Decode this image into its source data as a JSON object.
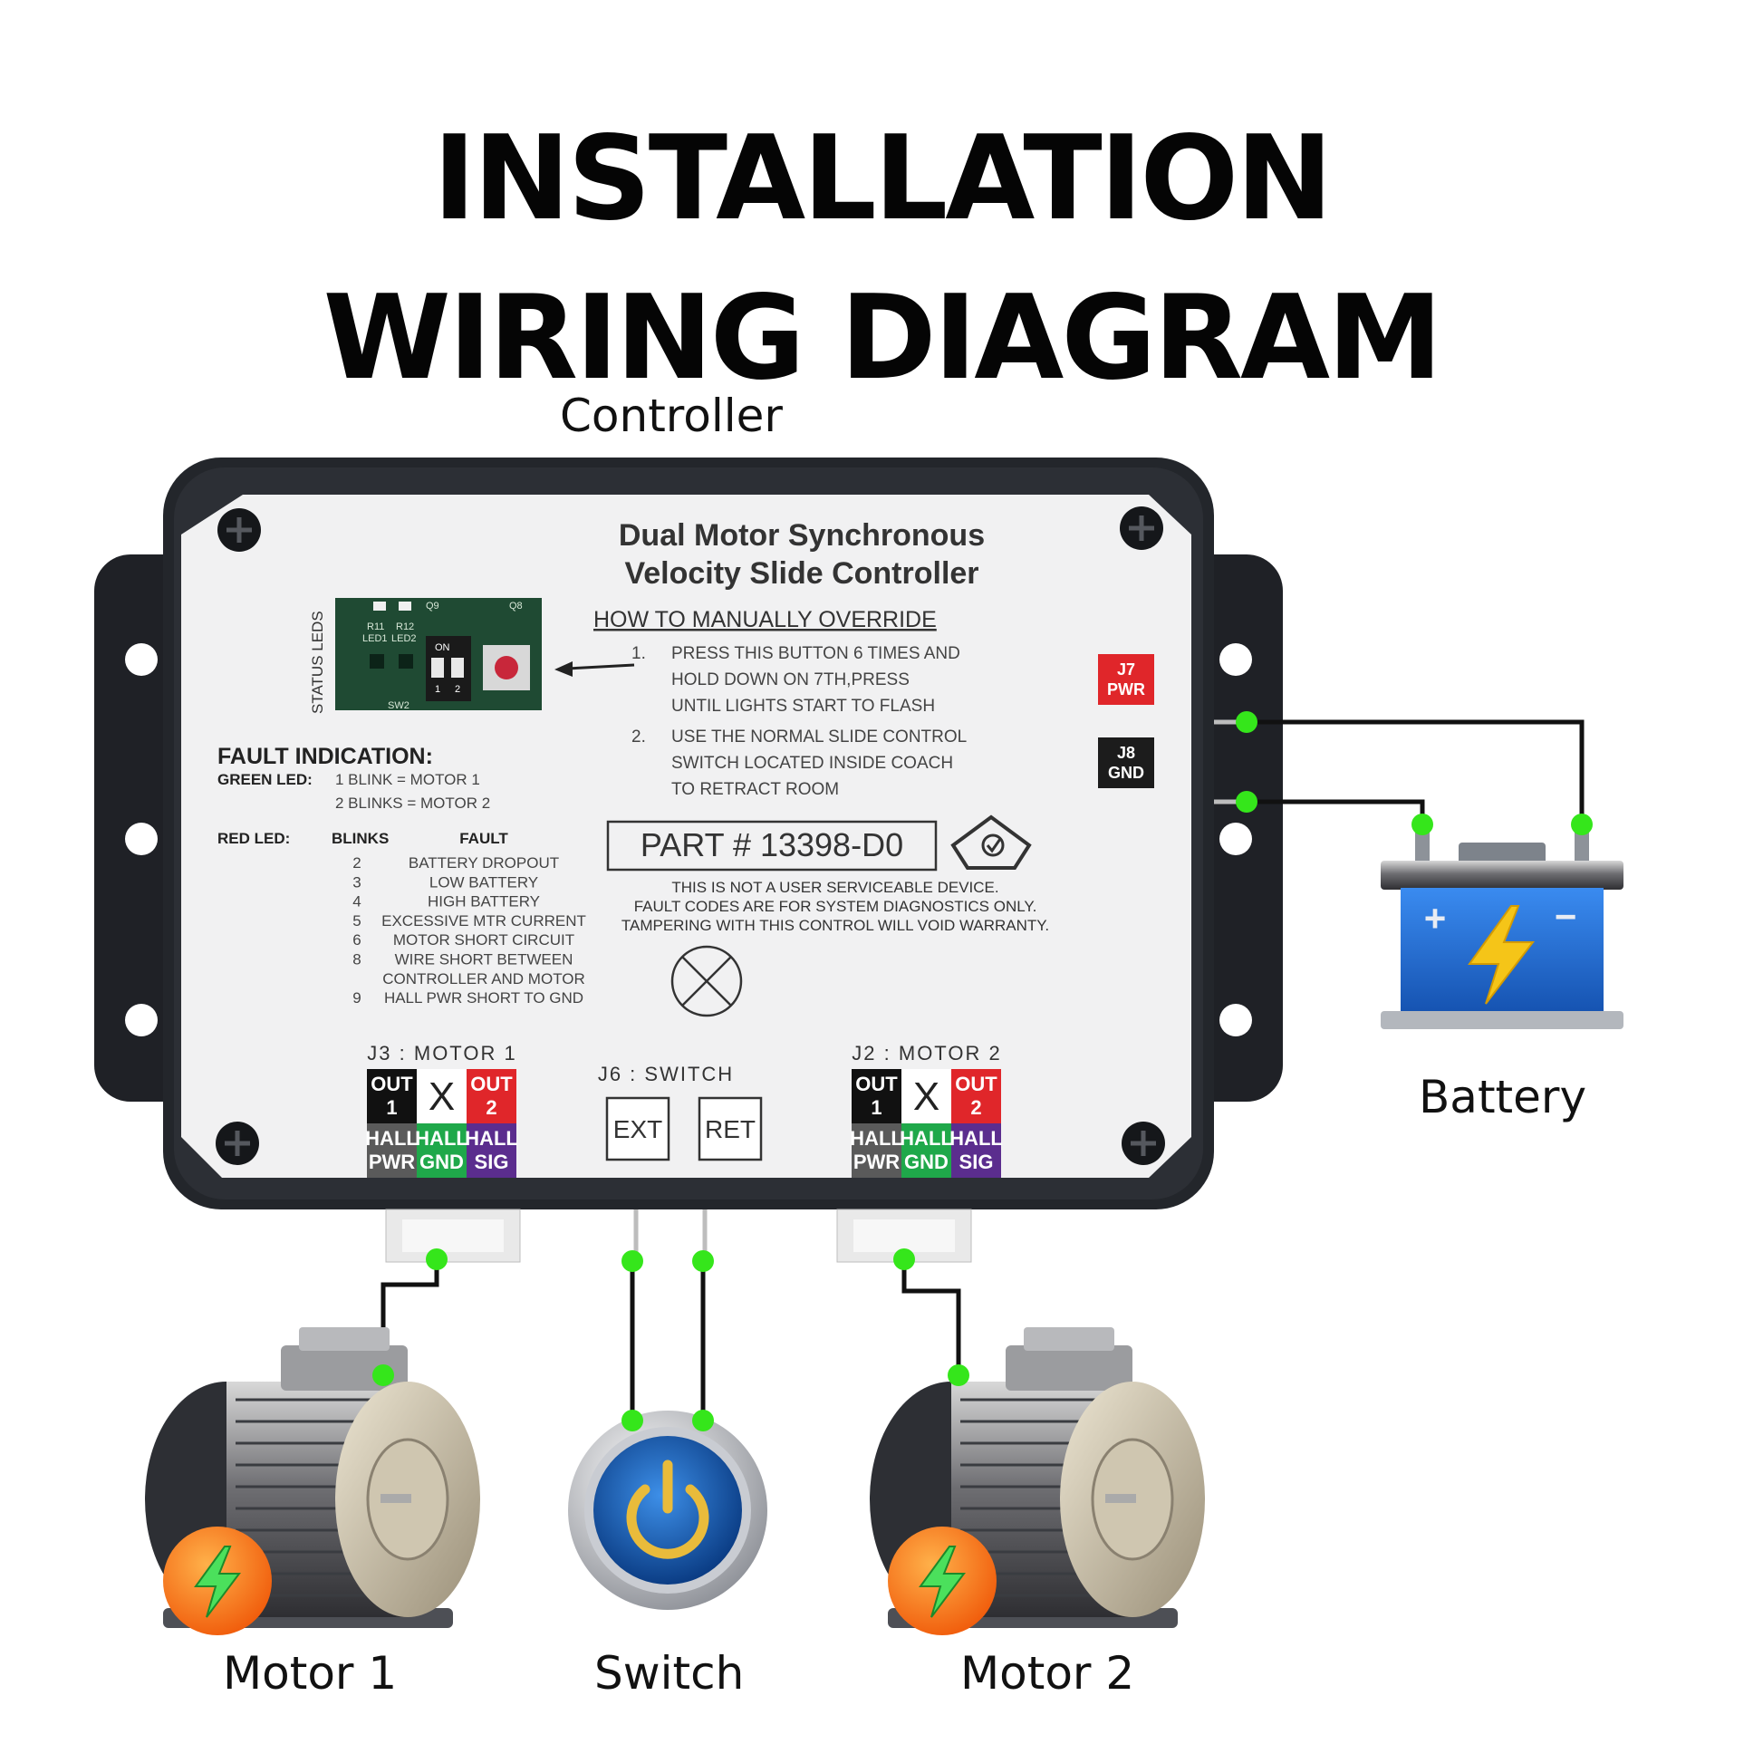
{
  "header": {
    "title_line1": "INSTALLATION",
    "title_line2": "WIRING DIAGRAM"
  },
  "labels": {
    "controller": "Controller",
    "battery": "Battery",
    "motor1": "Motor 1",
    "switch": "Switch",
    "motor2": "Motor 2"
  },
  "controller_panel": {
    "title_line1": "Dual Motor Synchronous",
    "title_line2": "Velocity Slide Controller",
    "status_leds": "STATUS LEDS",
    "pcb": {
      "r11": "R11",
      "r12": "R12",
      "led1": "LED1",
      "led2": "LED2",
      "q9": "Q9",
      "q8": "Q8",
      "on": "ON",
      "sw1": "1",
      "sw2": "2",
      "sw_label": "SW2"
    },
    "override": {
      "heading": "HOW TO MANUALLY OVERRIDE",
      "step1_num": "1.",
      "step1_lines": [
        "PRESS THIS BUTTON 6 TIMES AND",
        "HOLD DOWN ON 7TH,PRESS",
        "UNTIL  LIGHTS START TO FLASH"
      ],
      "step2_num": "2.",
      "step2_lines": [
        "USE THE NORMAL SLIDE CONTROL",
        "SWITCH LOCATED INSIDE COACH",
        "TO RETRACT ROOM"
      ]
    },
    "j7": {
      "line1": "J7",
      "line2": "PWR",
      "color": "#e0262a"
    },
    "j8": {
      "line1": "J8",
      "line2": "GND",
      "color": "#1c1c1c"
    },
    "fault": {
      "heading": "FAULT  INDICATION:",
      "green_label": "GREEN LED:",
      "green_rows": [
        "1  BLINK   = MOTOR 1",
        "2  BLINKS = MOTOR 2"
      ],
      "red_label": "RED LED:",
      "col_blinks": "BLINKS",
      "col_fault": "FAULT",
      "rows": [
        {
          "blinks": "2",
          "fault": "BATTERY DROPOUT"
        },
        {
          "blinks": "3",
          "fault": "LOW BATTERY"
        },
        {
          "blinks": "4",
          "fault": "HIGH BATTERY"
        },
        {
          "blinks": "5",
          "fault": "EXCESSIVE MTR CURRENT"
        },
        {
          "blinks": "6",
          "fault": "MOTOR SHORT CIRCUIT"
        },
        {
          "blinks": "8",
          "fault": "WIRE SHORT BETWEEN"
        },
        {
          "blinks": "",
          "fault": "CONTROLLER AND MOTOR"
        },
        {
          "blinks": "9",
          "fault": "HALL PWR SHORT TO GND"
        }
      ]
    },
    "part_number": "PART  # 13398-D0",
    "notice_lines": [
      "THIS IS NOT A USER SERVICEABLE DEVICE.",
      "FAULT CODES ARE FOR SYSTEM DIAGNOSTICS ONLY.",
      "TAMPERING WITH THIS CONTROL WILL VOID WARRANTY."
    ],
    "j3": {
      "label": "J3 : MOTOR 1",
      "out1": [
        "OUT",
        "1"
      ],
      "x": "X",
      "out2": [
        "OUT",
        "2"
      ],
      "hall_pwr": [
        "HALL",
        "PWR"
      ],
      "hall_gnd": [
        "HALL",
        "GND"
      ],
      "hall_sig": [
        "HALL",
        "SIG"
      ]
    },
    "j6": {
      "label": "J6 : SWITCH",
      "ext": "EXT",
      "ret": "RET"
    },
    "j2": {
      "label": "J2 : MOTOR 2",
      "out1": [
        "OUT",
        "1"
      ],
      "x": "X",
      "out2": [
        "OUT",
        "2"
      ],
      "hall_pwr": [
        "HALL",
        "PWR"
      ],
      "hall_gnd": [
        "HALL",
        "GND"
      ],
      "hall_sig": [
        "HALL",
        "SIG"
      ]
    }
  },
  "colors": {
    "node_green": "#35e61b",
    "wire": "#111111",
    "housing": "#1b1d21",
    "panel": "#f1f1f2",
    "out_red": "#e0262a",
    "hall_gray": "#5a5a5a",
    "hall_green": "#1fa84a",
    "hall_purple": "#5b2d8e",
    "battery_blue": "#1f6fd6",
    "bolt_yellow": "#f5c518",
    "badge_orange": "#ff7a1a",
    "switch_blue": "#1560b8"
  },
  "icons": {
    "battery": "battery-icon",
    "motor": "motor-icon",
    "switch": "power-switch-icon",
    "lightning": "lightning-icon",
    "compliance": "rcm-mark-icon"
  }
}
